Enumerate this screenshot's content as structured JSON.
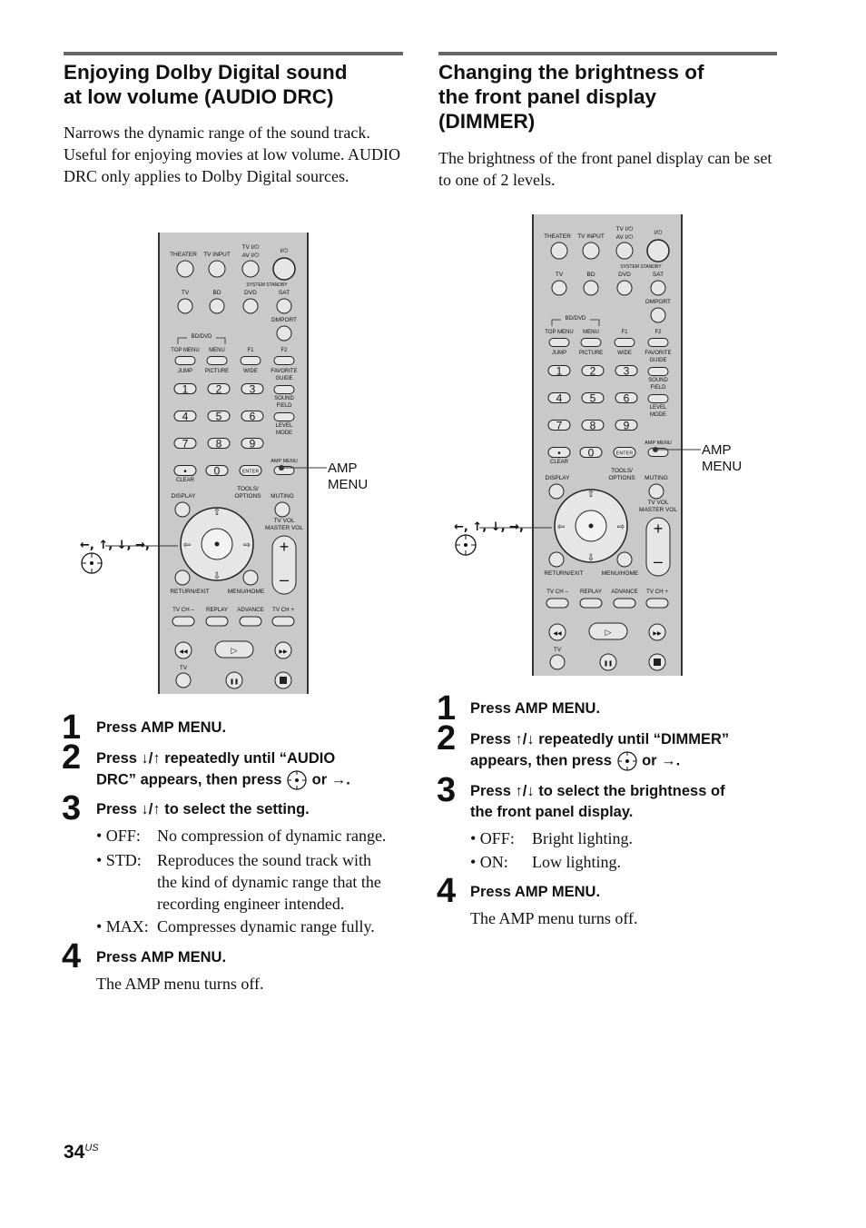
{
  "left": {
    "heading_line1": "Enjoying Dolby Digital sound",
    "heading_line2": "at low volume (AUDIO DRC)",
    "intro": "Narrows the dynamic range of the sound track. Useful for enjoying movies at low volume. AUDIO DRC only applies to Dolby Digital sources.",
    "callout_amp": "AMP",
    "callout_menu": "MENU",
    "callout_arrows": "←, ↑, ↓, →,",
    "steps": [
      {
        "num": "1",
        "text": "Press AMP MENU."
      },
      {
        "num": "2",
        "text_a": "Press ↓/↑ repeatedly until “AUDIO",
        "text_b": "DRC” appears, then press",
        "text_c": "or →."
      },
      {
        "num": "3",
        "text": "Press ↓/↑ to select the setting."
      },
      {
        "num": "4",
        "text": "Press AMP MENU.",
        "note": "The AMP menu turns off."
      }
    ],
    "options": [
      {
        "key": "• OFF:",
        "line1": "No compression of dynamic range."
      },
      {
        "key": "• STD:",
        "line1": "Reproduces the sound track with",
        "line2": "the kind of dynamic range that the",
        "line3": "recording engineer intended."
      },
      {
        "key": "• MAX:",
        "line1": "Compresses dynamic range fully."
      }
    ]
  },
  "right": {
    "heading_line1": "Changing the brightness of",
    "heading_line2": "the front panel display",
    "heading_line3": "(DIMMER)",
    "intro": "The brightness of the front panel display can be set to one of 2 levels.",
    "callout_amp": "AMP",
    "callout_menu": "MENU",
    "callout_arrows": "←, ↑, ↓, →,",
    "steps": [
      {
        "num": "1",
        "text": "Press AMP MENU."
      },
      {
        "num": "2",
        "text_a": "Press ↑/↓ repeatedly until “DIMMER”",
        "text_b": "appears, then press",
        "text_c": "or →."
      },
      {
        "num": "3",
        "text_a": "Press ↑/↓ to select the brightness of",
        "text_b": "the front panel display."
      },
      {
        "num": "4",
        "text": "Press AMP MENU.",
        "note": "The AMP menu turns off."
      }
    ],
    "options": [
      {
        "key": "• OFF:",
        "line1": "Bright lighting."
      },
      {
        "key": "• ON:",
        "line1": "Low lighting."
      }
    ]
  },
  "remote_labels": {
    "theater": "THEATER",
    "tv_input": "TV INPUT",
    "tv_power": "TV I/⏻",
    "av_power": "AV I/⏻",
    "power": "I/⏻",
    "system_standby": "SYSTEM STANDBY",
    "tv": "TV",
    "bd": "BD",
    "dvd": "DVD",
    "sat": "SAT",
    "dmport": "DMPORT",
    "bd_dvd": "BD/DVD",
    "top_menu": "TOP MENU",
    "menu": "MENU",
    "f1": "F1",
    "f2": "F2",
    "jump": "JUMP",
    "picture": "PICTURE",
    "wide": "WIDE",
    "favorite": "FAVORITE",
    "guide": "GUIDE",
    "sound": "SOUND",
    "field": "FIELD",
    "level": "LEVEL",
    "mode": "MODE",
    "digits": [
      "1",
      "2",
      "3",
      "4",
      "5",
      "6",
      "7",
      "8",
      "9",
      "0"
    ],
    "dot": "•",
    "clear": "CLEAR",
    "enter": "ENTER",
    "amp_menu": "AMP MENU",
    "display": "DISPLAY",
    "tools": "TOOLS/",
    "options": "OPTIONS",
    "muting": "MUTING",
    "tv_vol": "TV VOL",
    "master_vol": "MASTER VOL",
    "return_exit": "RETURN/EXIT",
    "menu_home": "MENU/HOME",
    "tv_ch_minus": "TV CH –",
    "replay": "REPLAY",
    "advance": "ADVANCE",
    "tv_ch_plus": "TV CH +",
    "tv_bottom": "TV"
  },
  "page_number": "34",
  "page_suffix": "US"
}
